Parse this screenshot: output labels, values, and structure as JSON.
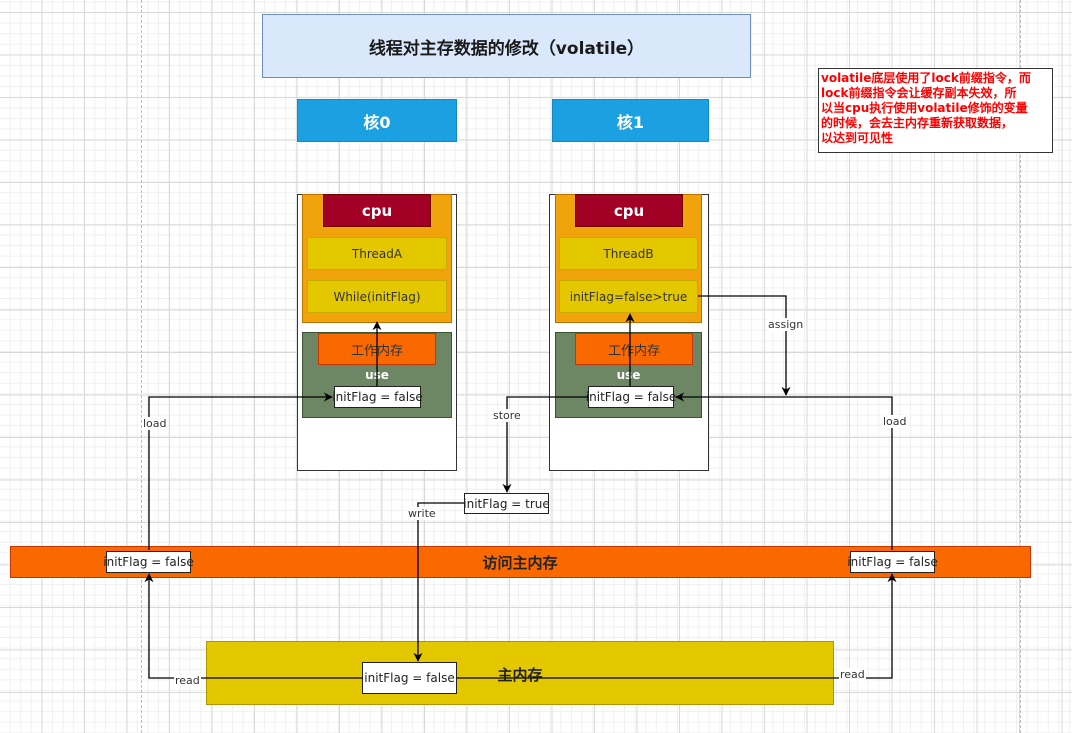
{
  "title": "线程对主存数据的修改（volatile）",
  "note": {
    "lines": [
      "volatile底层使用了lock前缀指令，而",
      "lock前缀指令会让缓存副本失效，所",
      "以当cpu执行使用volatile修饰的变量",
      "的时候，会去主内存重新获取数据，",
      "以达到可见性"
    ]
  },
  "cores": [
    {
      "label": "核0",
      "cpu_label": "cpu",
      "thread": "ThreadA",
      "statement": "While(initFlag)",
      "workmem_label": "工作内存",
      "use_label": "use",
      "cached_value": "initFlag = false"
    },
    {
      "label": "核1",
      "cpu_label": "cpu",
      "thread": "ThreadB",
      "statement": "initFlag=false>true",
      "workmem_label": "工作内存",
      "use_label": "use",
      "cached_value": "initFlag = false"
    }
  ],
  "store_value": "initFlag = true",
  "bus": {
    "label": "访问主内存",
    "left_value": "initFlag = false",
    "right_value": "initFlag = false"
  },
  "main_memory": {
    "label": "主内存",
    "value": "initFlag = false"
  },
  "edges": {
    "load_left": "load",
    "load_right": "load",
    "assign": "assign",
    "store": "store",
    "write": "write",
    "read_left": "read",
    "read_right": "read"
  },
  "colors": {
    "core_header": "#1ba1e2",
    "cpu": "#a20025",
    "cpu_area": "#f0a30a",
    "thread_box": "#e3c800",
    "work_memory": "#6d8764",
    "work_memory_title": "#fa6800",
    "bus": "#fa6800",
    "main_memory": "#e3c800",
    "title_box": "#dae8fc",
    "note_text": "#ff0000"
  }
}
